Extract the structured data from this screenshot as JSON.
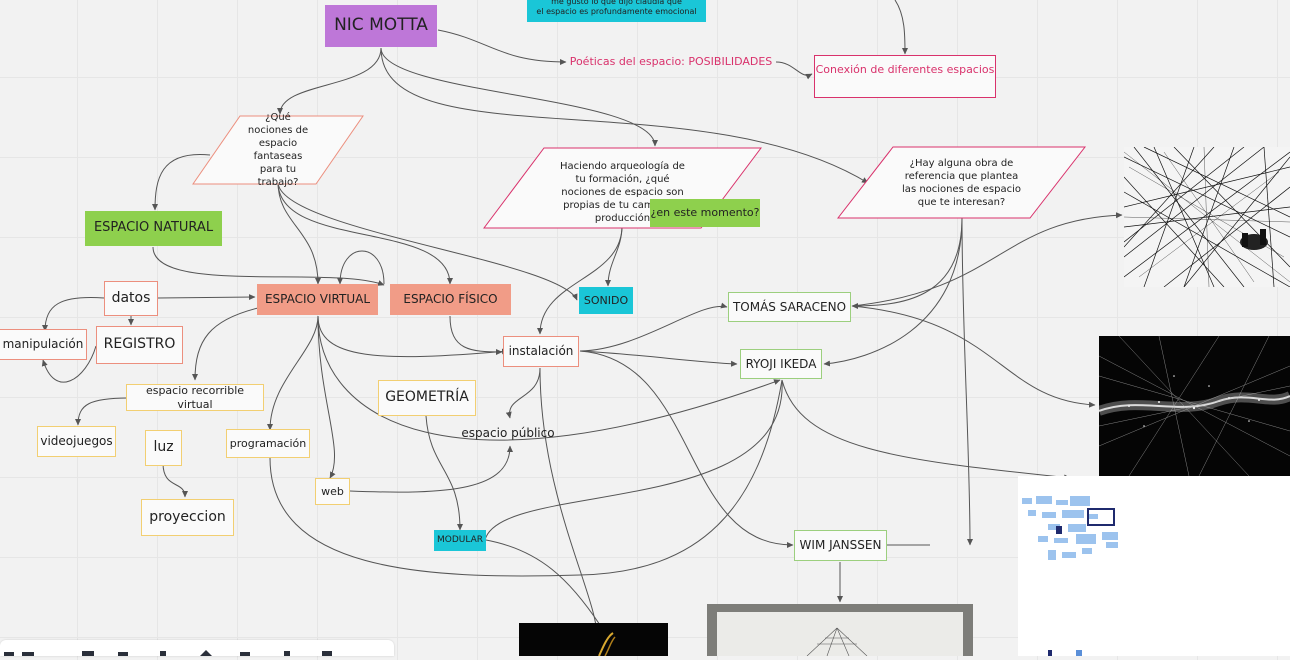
{
  "nodes": {
    "nic_motta": "NIC MOTTA",
    "top_note": "me gustó lo que dijo claudia que\nel espacio es profundamente emocional",
    "poeticas": "Poéticas del espacio: POSIBILIDADES",
    "conexion": "Conexión de diferentes espacios",
    "q_fantaseas": "¿Qué nociones de espacio fantaseas para tu trabajo?",
    "q_arqueologia": "Haciendo arqueología de tu formación, ¿qué nociones de espacio son propias de tu campo de producción",
    "en_este_momento": "¿en este momento?",
    "q_referencia": "¿Hay alguna obra de referencia que plantea las nociones de espacio que te interesan?",
    "espacio_natural": "ESPACIO NATURAL",
    "datos": "datos",
    "manipulacion": "manipulación",
    "registro": "REGISTRO",
    "espacio_virtual": "ESPACIO VIRTUAL",
    "espacio_fisico": "ESPACIO FÍSICO",
    "sonido": "SONIDO",
    "tomas_saraceno": "TOMÁS SARACENO",
    "ryoji_ikeda": "RYOJI IKEDA",
    "instalacion": "instalación",
    "espacio_recorrible": "espacio recorrible virtual",
    "videojuegos": "videojuegos",
    "luz": "luz",
    "proyeccion": "proyeccion",
    "programacion": "programación",
    "geometria": "GEOMETRÍA",
    "espacio_publico": "espacio público",
    "web": "web",
    "modular": "MODULAR",
    "wim_janssen": "WIM JANSSEN"
  },
  "colors": {
    "canvas": "#f2f2f2",
    "purple": "#be77d8",
    "green": "#8ed04d",
    "salmon": "#f19c87",
    "cyan": "#1ac6d7",
    "pink": "#d9326c",
    "connector": "#555555"
  },
  "images": [
    {
      "name": "saraceno-web-image",
      "depicts": "black-thread installation with people"
    },
    {
      "name": "ikeda-data-image",
      "depicts": "dark data visualization landscape"
    },
    {
      "name": "janssen-structure-image",
      "depicts": "wire structure on white wall"
    },
    {
      "name": "dark-sculpture-image",
      "depicts": "dark object with gold highlights"
    }
  ],
  "minimap_label": "board minimap"
}
